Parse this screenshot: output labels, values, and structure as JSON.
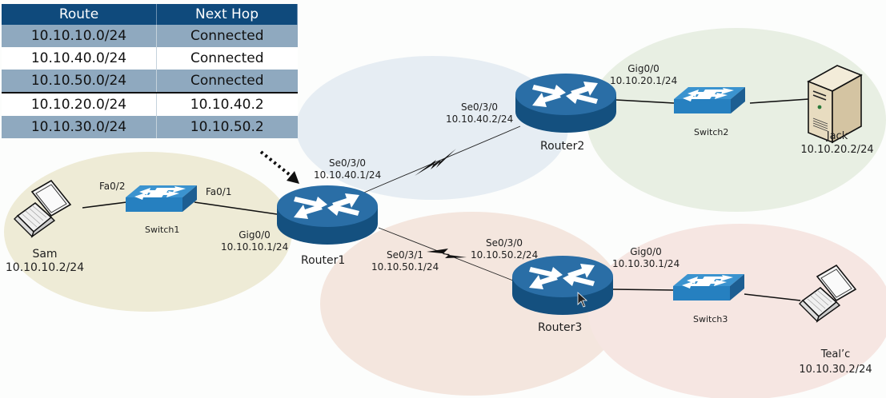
{
  "route_table": {
    "headers": {
      "route": "Route",
      "next_hop": "Next Hop"
    },
    "rows": [
      {
        "route": "10.10.10.0/24",
        "next_hop": "Connected"
      },
      {
        "route": "10.10.40.0/24",
        "next_hop": "Connected"
      },
      {
        "route": "10.10.50.0/24",
        "next_hop": "Connected"
      },
      {
        "route": "10.10.20.0/24",
        "next_hop": "10.10.40.2"
      },
      {
        "route": "10.10.30.0/24",
        "next_hop": "10.10.50.2"
      }
    ]
  },
  "devices": {
    "router1": {
      "name": "Router1"
    },
    "router2": {
      "name": "Router2"
    },
    "router3": {
      "name": "Router3"
    },
    "switch1": {
      "name": "Switch1"
    },
    "switch2": {
      "name": "Switch2"
    },
    "switch3": {
      "name": "Switch3"
    },
    "sam": {
      "name": "Sam",
      "ip": "10.10.10.2/24",
      "icon": "laptop-icon"
    },
    "jack": {
      "name": "Jack",
      "ip": "10.10.20.2/24",
      "icon": "server-icon"
    },
    "tealc": {
      "name": "Teal’c",
      "ip": "10.10.30.2/24",
      "icon": "laptop-icon"
    }
  },
  "interfaces": {
    "switch1_fa02": "Fa0/2",
    "switch1_fa01": "Fa0/1",
    "r1_gig": {
      "port": "Gig0/0",
      "ip": "10.10.10.1/24"
    },
    "r1_se030": {
      "port": "Se0/3/0",
      "ip": "10.10.40.1/24"
    },
    "r1_se031": {
      "port": "Se0/3/1",
      "ip": "10.10.50.1/24"
    },
    "r2_se030": {
      "port": "Se0/3/0",
      "ip": "10.10.40.2/24"
    },
    "r2_gig": {
      "port": "Gig0/0",
      "ip": "10.10.20.1/24"
    },
    "r3_se030": {
      "port": "Se0/3/0",
      "ip": "10.10.50.2/24"
    },
    "r3_gig": {
      "port": "Gig0/0",
      "ip": "10.10.30.1/24"
    }
  },
  "colors": {
    "router_blue": "#1b5f95",
    "switch_blue": "#2d85c2",
    "table_header": "#0f4a7c",
    "table_shade": "#8fa9bf",
    "zone_lan1": "#eeebd6",
    "zone_wan1": "#e6edf3",
    "zone_lan2": "#e8efe3",
    "zone_wan2": "#f4e6de",
    "zone_lan3": "#f6e6e2"
  }
}
